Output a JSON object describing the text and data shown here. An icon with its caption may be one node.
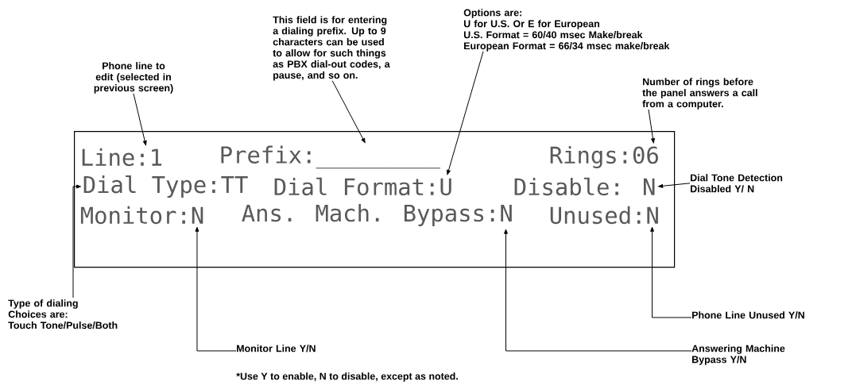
{
  "diagram": {
    "nodes": [
      {
        "text": [],
        "shape": "box"
      },
      {
        "text": [
          "Line:1"
        ],
        "in": 0
      },
      {
        "text": [
          "Prefix:_________"
        ],
        "in": 0
      },
      {
        "text": [
          "Rings:06"
        ],
        "in": 0
      },
      {
        "text": [
          "Dial Type:TT"
        ],
        "in": 0
      },
      {
        "text": [
          "Dial Format:U"
        ],
        "in": 0
      },
      {
        "text": [
          "Disable: N"
        ],
        "in": 0
      },
      {
        "text": [
          "Monitor:N"
        ],
        "in": 0
      },
      {
        "text": [
          "Ans. Mach. Bypass:N"
        ],
        "in": 0
      },
      {
        "text": [
          "Unused:N"
        ],
        "in": 0
      },
      {
        "text": [
          "Phone line to edit (selected in previous screen)"
        ]
      },
      {
        "text": [
          "This field is for entering a dialing prefix. Up to 9 characters can be used to allow for such things as PBX dial-out codes, a pause, and so on."
        ]
      },
      {
        "text": [
          "Options are:",
          "U for U.S. Or E for European",
          "U.S. Format = 60/40 msec Make/break",
          "European Format = 66/34 msec make/break"
        ]
      },
      {
        "text": [
          "Number of rings before the panel answers a call from a computer."
        ]
      },
      {
        "text": [
          "Dial Tone Detection Disabled Y/ N"
        ]
      },
      {
        "text": [
          "Type of dialing",
          "Choices are:",
          "Touch Tone/Pulse/Both"
        ]
      },
      {
        "text": [
          "Monitor Line Y/N"
        ]
      },
      {
        "text": [
          "Phone Line Unused Y/N"
        ]
      },
      {
        "text": [
          "Answering Machine Bypass Y/N"
        ]
      }
    ],
    "edges": [
      {
        "from": 10,
        "to": 1,
        "arrow": "to"
      },
      {
        "from": 11,
        "to": 2,
        "arrow": "to"
      },
      {
        "from": 12,
        "to": 5,
        "arrow": "to"
      },
      {
        "from": 13,
        "to": 3,
        "arrow": "to"
      },
      {
        "from": 14,
        "to": 6,
        "arrow": "to"
      },
      {
        "from": 15,
        "to": 4,
        "arrow": "to"
      },
      {
        "from": 16,
        "to": 7,
        "arrow": "to"
      },
      {
        "from": 17,
        "to": 9,
        "arrow": "to"
      },
      {
        "from": 18,
        "to": 8,
        "arrow": "to"
      }
    ],
    "labels": [
      "*Use Y to enable, N to disable, except as noted."
    ]
  }
}
